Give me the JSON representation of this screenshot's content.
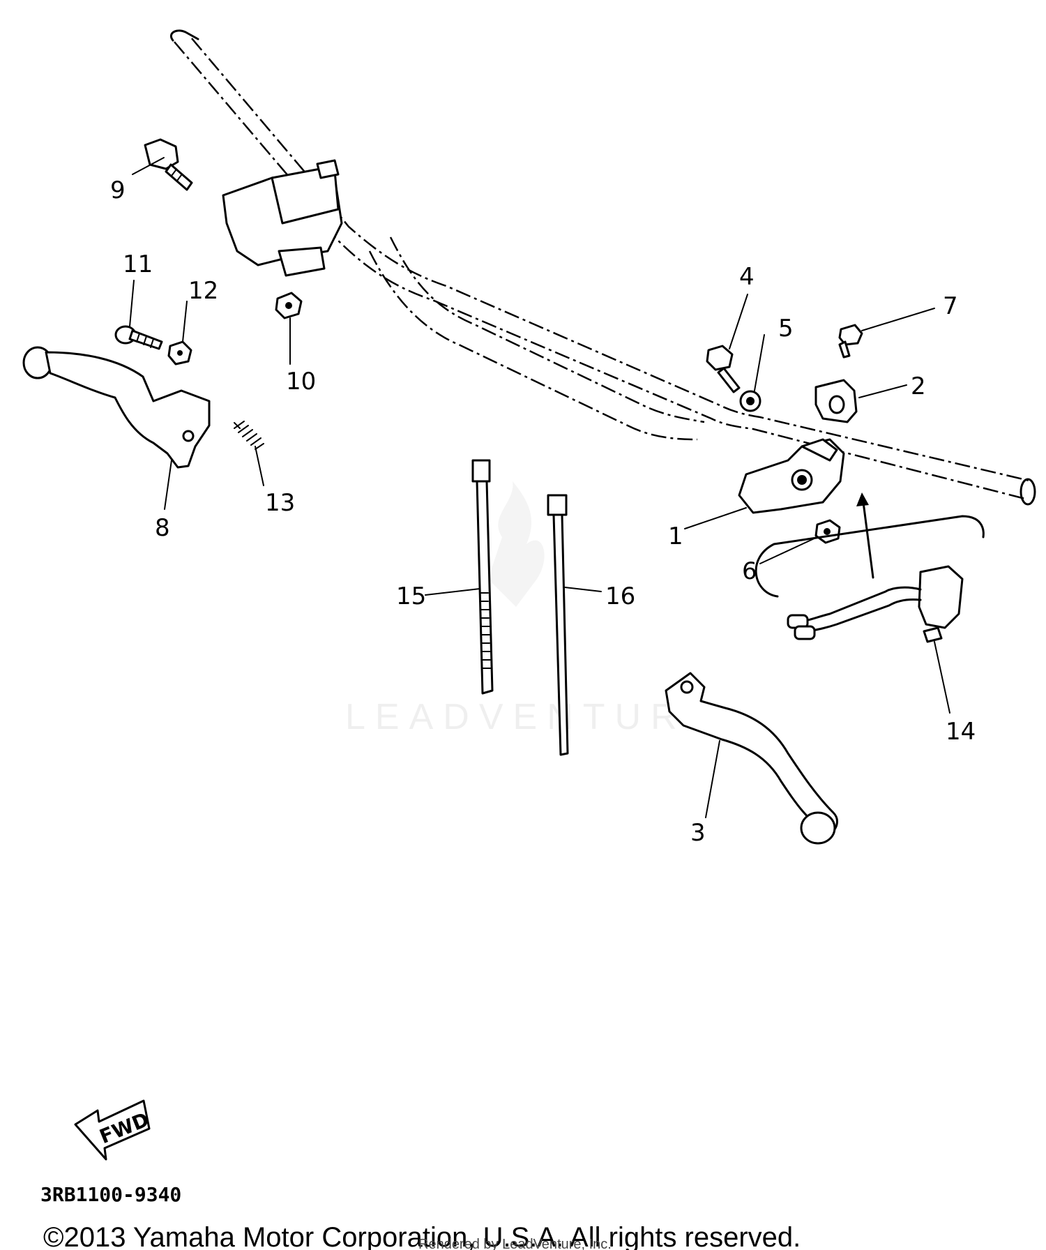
{
  "diagram": {
    "callouts": [
      {
        "id": "c1",
        "label": "1"
      },
      {
        "id": "c2",
        "label": "2"
      },
      {
        "id": "c3",
        "label": "3"
      },
      {
        "id": "c4",
        "label": "4"
      },
      {
        "id": "c5",
        "label": "5"
      },
      {
        "id": "c6",
        "label": "6"
      },
      {
        "id": "c7",
        "label": "7"
      },
      {
        "id": "c8",
        "label": "8"
      },
      {
        "id": "c9",
        "label": "9"
      },
      {
        "id": "c10",
        "label": "10"
      },
      {
        "id": "c11",
        "label": "11"
      },
      {
        "id": "c12",
        "label": "12"
      },
      {
        "id": "c13",
        "label": "13"
      },
      {
        "id": "c14",
        "label": "14"
      },
      {
        "id": "c15",
        "label": "15"
      },
      {
        "id": "c16",
        "label": "16"
      }
    ],
    "fwd_label": "FWD",
    "watermark": "LEADVENTURE",
    "diagram_code": "3RB1100-9340",
    "copyright": "©2013 Yamaha Motor Corporation, U.S.A. All rights reserved.",
    "rendered_by": "Rendered by LeadVenture, Inc."
  }
}
